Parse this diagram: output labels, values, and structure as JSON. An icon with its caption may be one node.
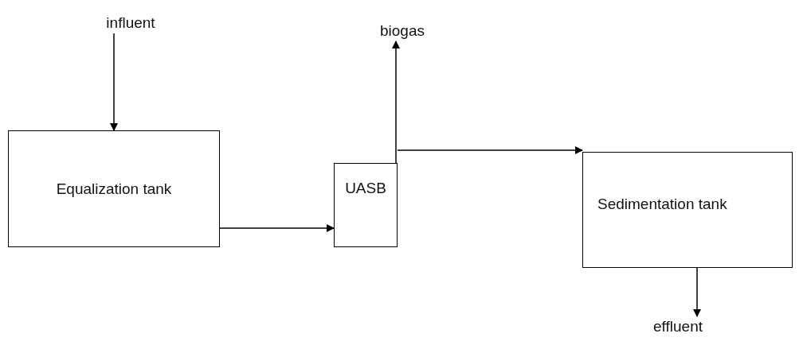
{
  "diagram": {
    "nodes": [
      {
        "text": [
          "influent"
        ]
      },
      {
        "text": [
          "Equalization tank"
        ]
      },
      {
        "text": [
          "UASB"
        ]
      },
      {
        "text": [
          "biogas"
        ]
      },
      {
        "text": [
          "Sedimentation tank"
        ]
      },
      {
        "text": [
          "effluent"
        ]
      }
    ],
    "edges": [
      {
        "from": 0,
        "to": 1,
        "arrow": "to"
      },
      {
        "from": 1,
        "to": 2,
        "arrow": "to"
      },
      {
        "from": 2,
        "to": 3,
        "arrow": "to"
      },
      {
        "from": 2,
        "to": 4,
        "arrow": "to"
      },
      {
        "from": 4,
        "to": 5,
        "arrow": "to"
      }
    ]
  }
}
